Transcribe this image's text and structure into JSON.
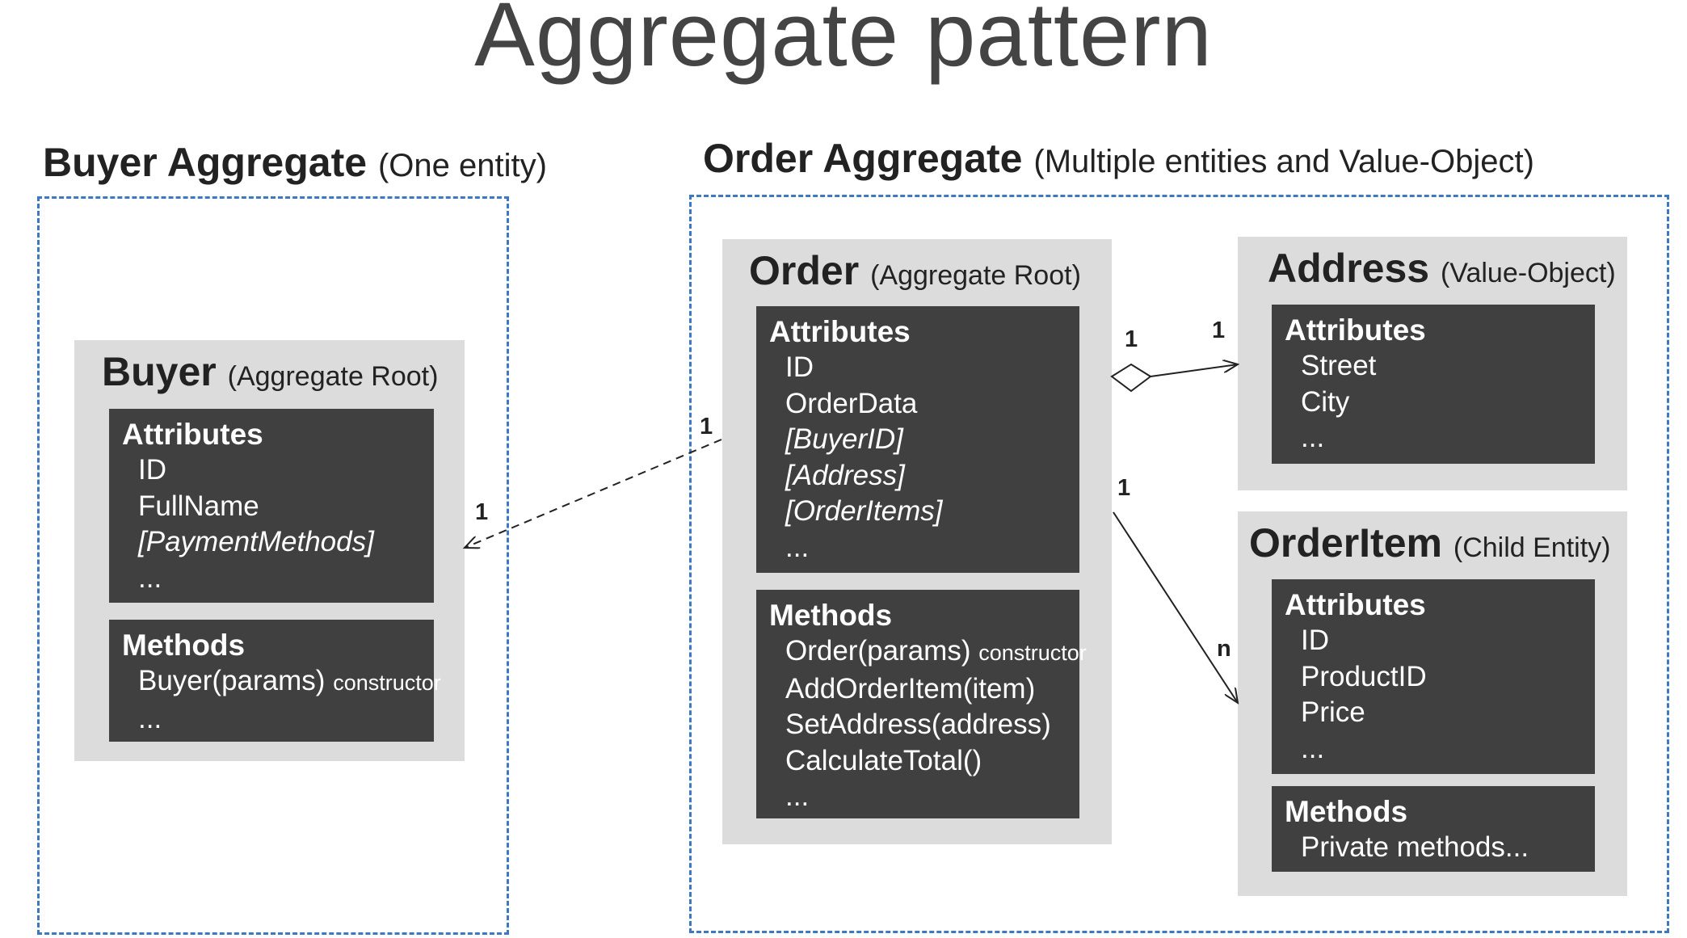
{
  "title": "Aggregate pattern",
  "buyer_aggregate": {
    "label": "Buyer Aggregate",
    "sublabel": "(One entity)",
    "entity": {
      "name": "Buyer",
      "role": "(Aggregate Root)",
      "attributes_heading": "Attributes",
      "attributes": [
        "ID",
        "FullName",
        "[PaymentMethods]",
        "..."
      ],
      "methods_heading": "Methods",
      "methods": [
        {
          "name": "Buyer(params)",
          "note": "constructor"
        },
        {
          "name": "...",
          "note": ""
        }
      ]
    }
  },
  "order_aggregate": {
    "label": "Order Aggregate",
    "sublabel": "(Multiple entities and Value-Object)",
    "order": {
      "name": "Order",
      "role": "(Aggregate Root)",
      "attributes_heading": "Attributes",
      "attributes": [
        "ID",
        "OrderData",
        "[BuyerID]",
        "[Address]",
        "[OrderItems]",
        "..."
      ],
      "methods_heading": "Methods",
      "methods": [
        {
          "name": "Order(params)",
          "note": "constructor"
        },
        {
          "name": "AddOrderItem(item)",
          "note": ""
        },
        {
          "name": "SetAddress(address)",
          "note": ""
        },
        {
          "name": "CalculateTotal()",
          "note": ""
        },
        {
          "name": "...",
          "note": ""
        }
      ]
    },
    "address": {
      "name": "Address",
      "role": "(Value-Object)",
      "attributes_heading": "Attributes",
      "attributes": [
        "Street",
        "City",
        "..."
      ]
    },
    "order_item": {
      "name": "OrderItem",
      "role": "(Child Entity)",
      "attributes_heading": "Attributes",
      "attributes": [
        "ID",
        "ProductID",
        "Price",
        "..."
      ],
      "methods_heading": "Methods",
      "methods": [
        {
          "name": "Private methods...",
          "note": ""
        }
      ]
    }
  },
  "relations": {
    "order_buyer": {
      "from_mult": "1",
      "to_mult": "1"
    },
    "order_address": {
      "from_mult": "1",
      "to_mult": "1"
    },
    "order_orderitem": {
      "from_mult": "1",
      "to_mult": "n"
    }
  },
  "colors": {
    "aggregate_border": "#3c78c3",
    "entity_background": "#dcdcdc",
    "panel_background": "#404040"
  }
}
